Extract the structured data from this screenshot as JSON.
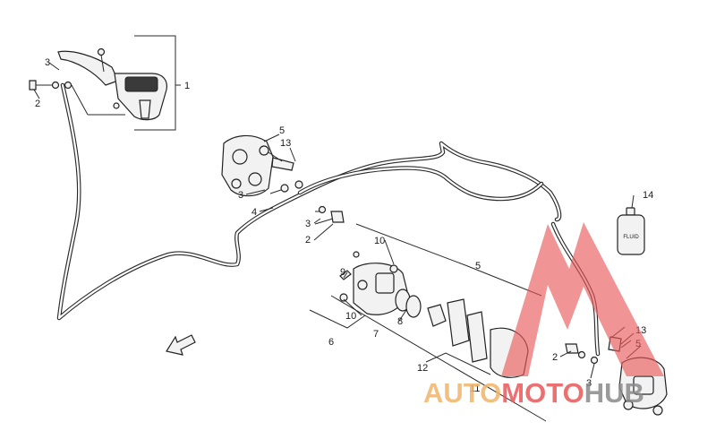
{
  "callouts": {
    "c1": "1",
    "c2a": "2",
    "c3a": "3",
    "c4": "4",
    "c5a": "5",
    "c13a": "13",
    "c3b": "3",
    "c3c": "3",
    "c2b": "2",
    "c10a": "10",
    "c9": "9",
    "c5b": "5",
    "c10b": "10",
    "c8": "8",
    "c7": "7",
    "c6": "6",
    "c12": "12",
    "c11": "11",
    "c14": "14",
    "c13b": "13",
    "c5c": "5",
    "c2c": "2",
    "c3d": "3"
  },
  "bottle_label": "FLUID",
  "watermark": {
    "part1": "AUTO",
    "part2": "MOTO",
    "part3": "HUB",
    "color_orange": "#f2b56b",
    "color_red": "#e8585a",
    "color_gray": "#8a8a8a"
  }
}
